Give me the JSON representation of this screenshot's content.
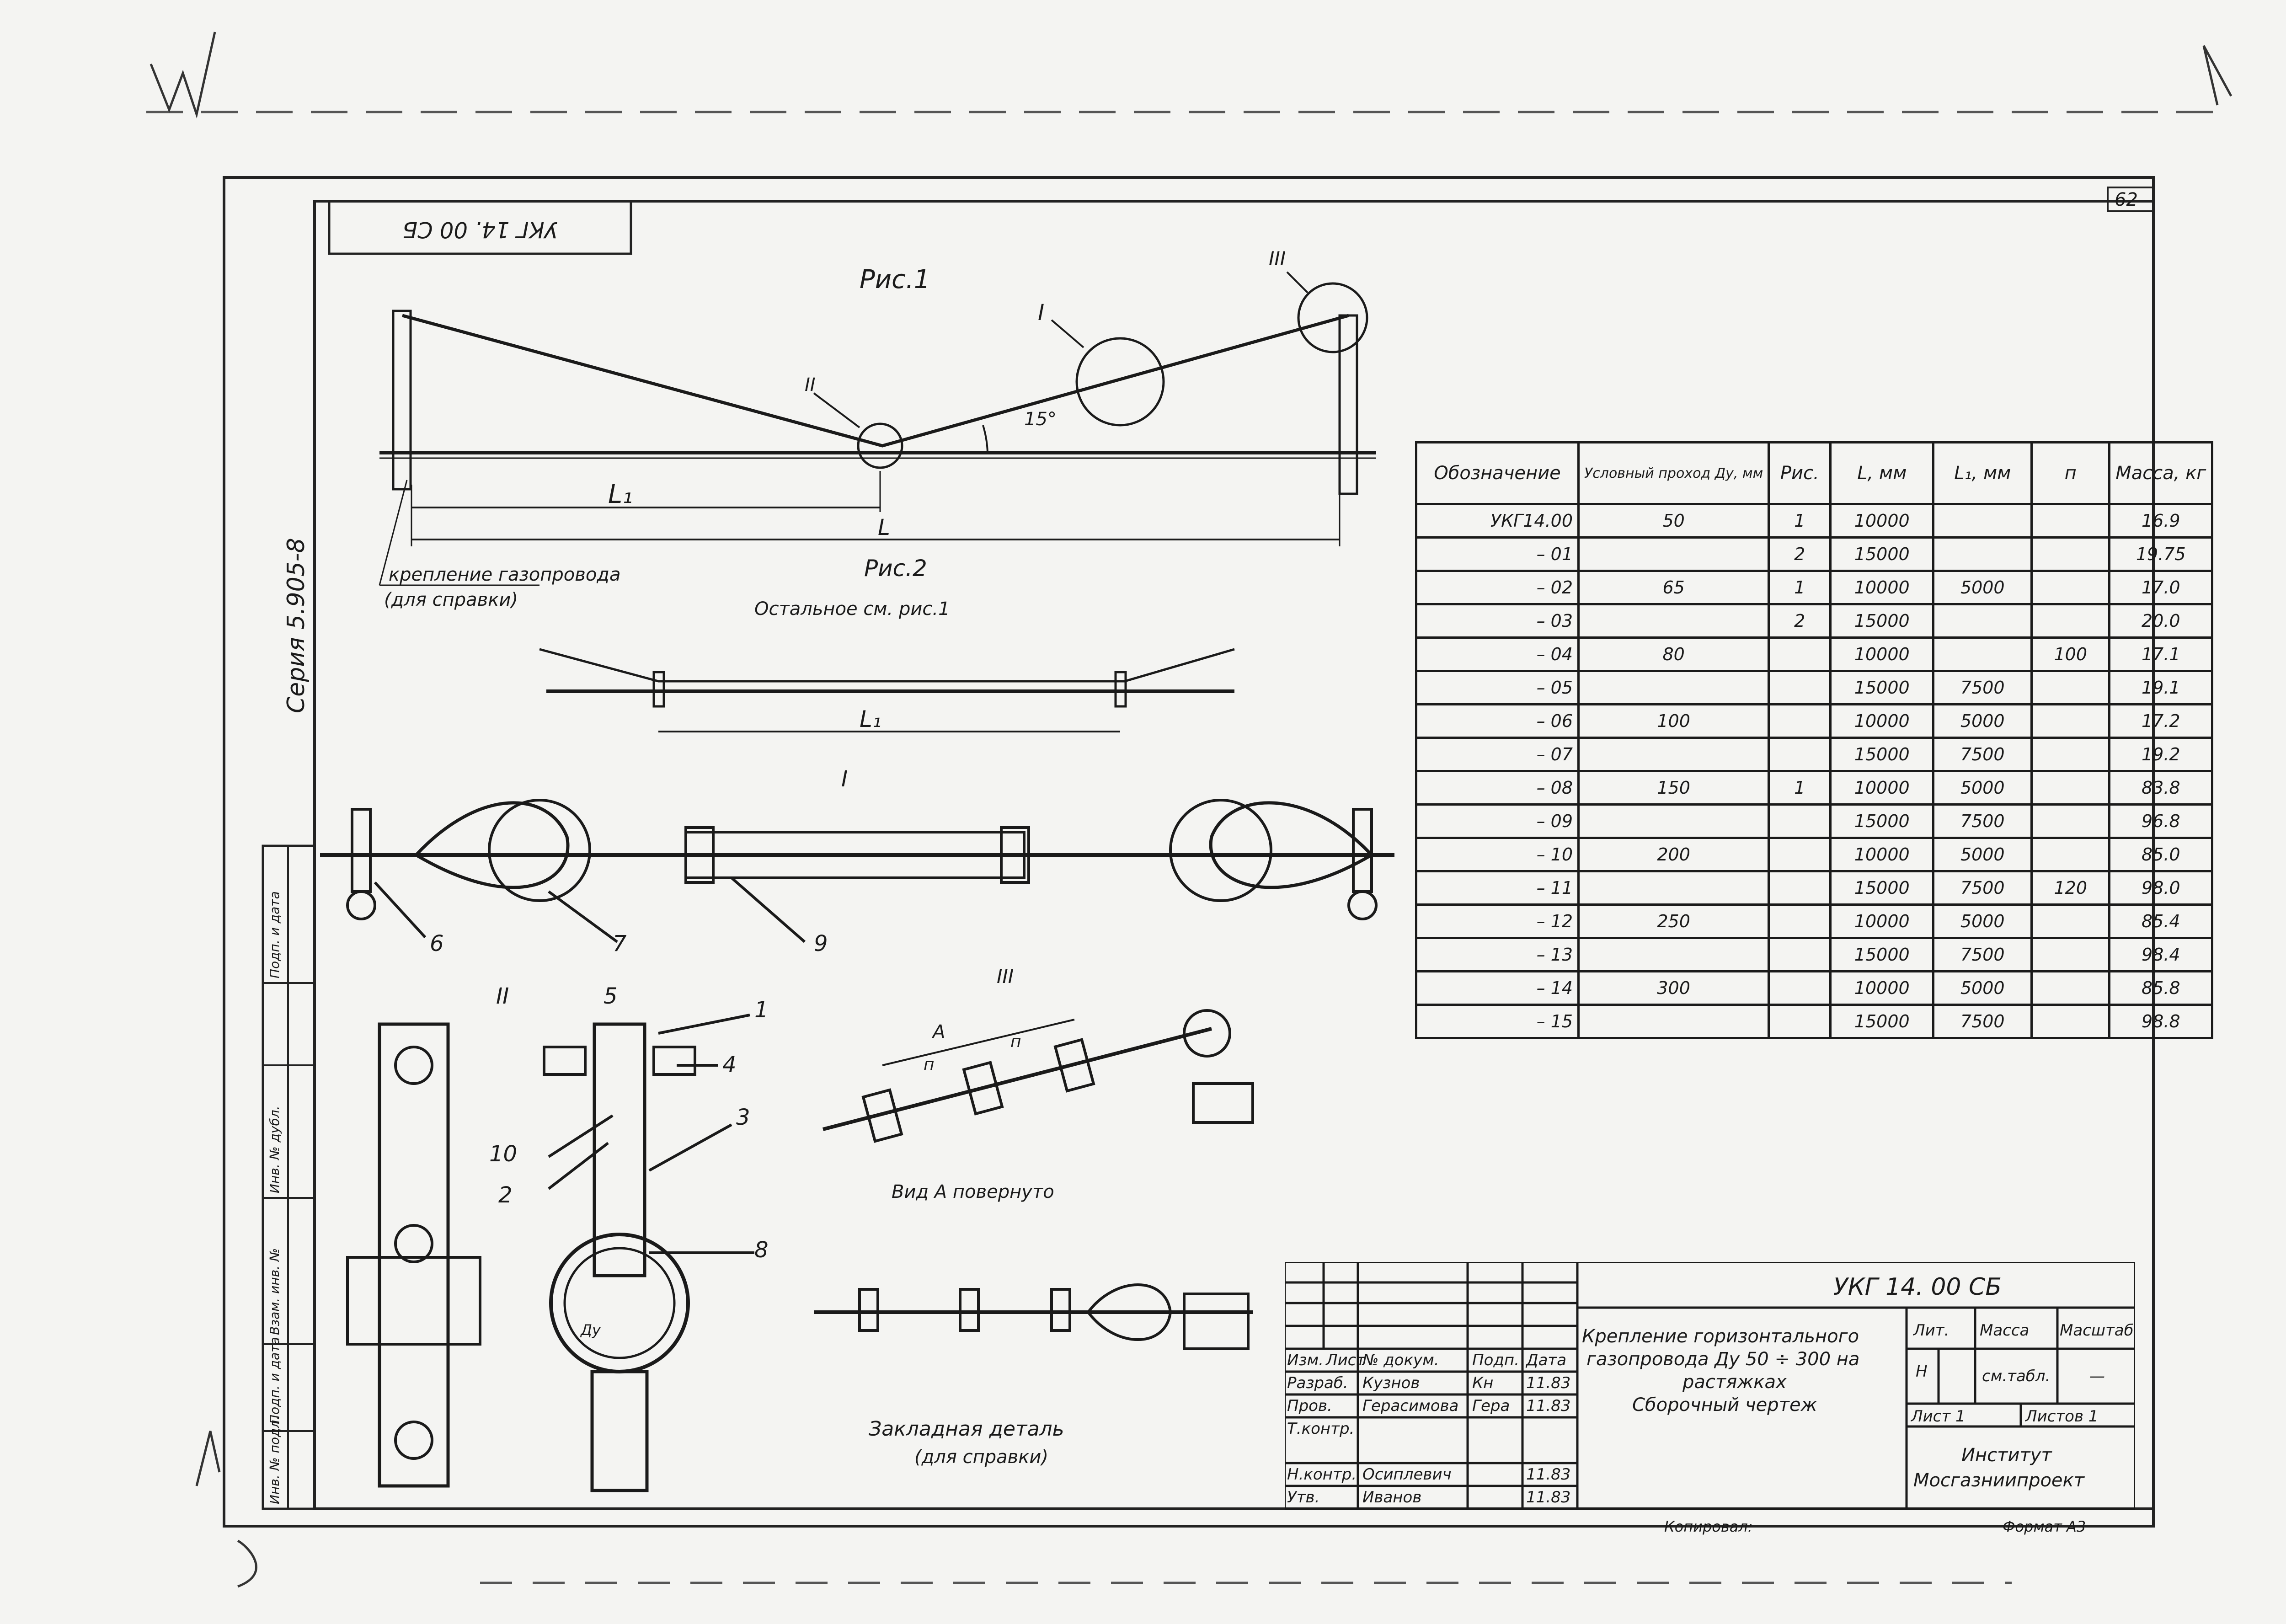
{
  "page_number": "62",
  "doc_code_rotated": "УКГ 14. 00 СБ",
  "series": "Серия 5.905-8",
  "fig1": {
    "title": "Рис.1",
    "angle": "15°",
    "dim_l1": "L₁",
    "dim_l": "L",
    "callouts": [
      "I",
      "II",
      "III"
    ],
    "note": [
      "крепление газопровода",
      "(для справки)"
    ]
  },
  "fig2": {
    "title": "Рис.2",
    "subtitle": "Остальное см. рис.1",
    "dim_l1": "L₁"
  },
  "view_i": {
    "title": "I",
    "positions": [
      "6",
      "7",
      "9"
    ]
  },
  "view_ii": {
    "title": "II",
    "positions": [
      "5",
      "1",
      "4",
      "10",
      "3",
      "2",
      "8"
    ],
    "dim": "Ду"
  },
  "view_iii": {
    "title": "III",
    "view_letter": "А",
    "dim_n": "п"
  },
  "view_a": {
    "caption": "Вид А повернуто"
  },
  "embedded_part": {
    "caption": [
      "Закладная деталь",
      "(для справки)"
    ]
  },
  "spec_table": {
    "headers": [
      "Обозначение",
      "Условный проход Ду, мм",
      "Рис.",
      "L, мм",
      "L₁, мм",
      "п",
      "Масса, кг"
    ],
    "rows": [
      {
        "designation": "УКГ14.00",
        "du": "50",
        "fig": "1",
        "l": "10000",
        "l1": "",
        "n": "",
        "mass": "16.9"
      },
      {
        "designation": "– 01",
        "du": "",
        "fig": "2",
        "l": "15000",
        "l1": "",
        "n": "",
        "mass": "19.75"
      },
      {
        "designation": "– 02",
        "du": "65",
        "fig": "1",
        "l": "10000",
        "l1": "5000",
        "n": "",
        "mass": "17.0"
      },
      {
        "designation": "– 03",
        "du": "",
        "fig": "2",
        "l": "15000",
        "l1": "",
        "n": "",
        "mass": "20.0"
      },
      {
        "designation": "– 04",
        "du": "80",
        "fig": "",
        "l": "10000",
        "l1": "",
        "n": "100",
        "mass": "17.1"
      },
      {
        "designation": "– 05",
        "du": "",
        "fig": "",
        "l": "15000",
        "l1": "7500",
        "n": "",
        "mass": "19.1"
      },
      {
        "designation": "– 06",
        "du": "100",
        "fig": "",
        "l": "10000",
        "l1": "5000",
        "n": "",
        "mass": "17.2"
      },
      {
        "designation": "– 07",
        "du": "",
        "fig": "",
        "l": "15000",
        "l1": "7500",
        "n": "",
        "mass": "19.2"
      },
      {
        "designation": "– 08",
        "du": "150",
        "fig": "1",
        "l": "10000",
        "l1": "5000",
        "n": "",
        "mass": "83.8"
      },
      {
        "designation": "– 09",
        "du": "",
        "fig": "",
        "l": "15000",
        "l1": "7500",
        "n": "",
        "mass": "96.8"
      },
      {
        "designation": "– 10",
        "du": "200",
        "fig": "",
        "l": "10000",
        "l1": "5000",
        "n": "",
        "mass": "85.0"
      },
      {
        "designation": "– 11",
        "du": "",
        "fig": "",
        "l": "15000",
        "l1": "7500",
        "n": "120",
        "mass": "98.0"
      },
      {
        "designation": "– 12",
        "du": "250",
        "fig": "",
        "l": "10000",
        "l1": "5000",
        "n": "",
        "mass": "85.4"
      },
      {
        "designation": "– 13",
        "du": "",
        "fig": "",
        "l": "15000",
        "l1": "7500",
        "n": "",
        "mass": "98.4"
      },
      {
        "designation": "– 14",
        "du": "300",
        "fig": "",
        "l": "10000",
        "l1": "5000",
        "n": "",
        "mass": "85.8"
      },
      {
        "designation": "– 15",
        "du": "",
        "fig": "",
        "l": "15000",
        "l1": "7500",
        "n": "",
        "mass": "98.8"
      }
    ]
  },
  "title_block": {
    "code": "УКГ 14. 00 СБ",
    "title": [
      "Крепление горизонтального",
      "газопровода Ду 50 ÷ 300 на",
      "растяжках",
      "Сборочный чертеж"
    ],
    "col_headers": [
      "Изм.",
      "Лист",
      "№ докум.",
      "Подп.",
      "Дата"
    ],
    "people": [
      {
        "role": "Разраб.",
        "name": "Кузнов",
        "sign": "Кн",
        "date": "11.83"
      },
      {
        "role": "Пров.",
        "name": "Герасимова",
        "sign": "Гера",
        "date": "11.83"
      },
      {
        "role": "Т.контр.",
        "name": "",
        "sign": "",
        "date": ""
      },
      {
        "role": "Н.контр.",
        "name": "Осиплевич",
        "sign": "",
        "date": "11.83"
      },
      {
        "role": "Утв.",
        "name": "Иванов",
        "sign": "",
        "date": "11.83"
      }
    ],
    "lit_label": "Лит.",
    "lit_value": "Н",
    "mass_label": "Масса",
    "mass_value": "см.табл.",
    "scale_label": "Масштаб",
    "scale_value": "—",
    "sheet": "Лист 1",
    "sheets": "Листов 1",
    "org": [
      "Институт",
      "Мосгазниипроект"
    ]
  },
  "side_stamp": [
    "Инв. № подл.",
    "Подп. и дата",
    "Взам. инв. №",
    "Инв. № дубл.",
    "Подп. и дата"
  ],
  "copied": "Копировал:",
  "format": "Формат А3"
}
